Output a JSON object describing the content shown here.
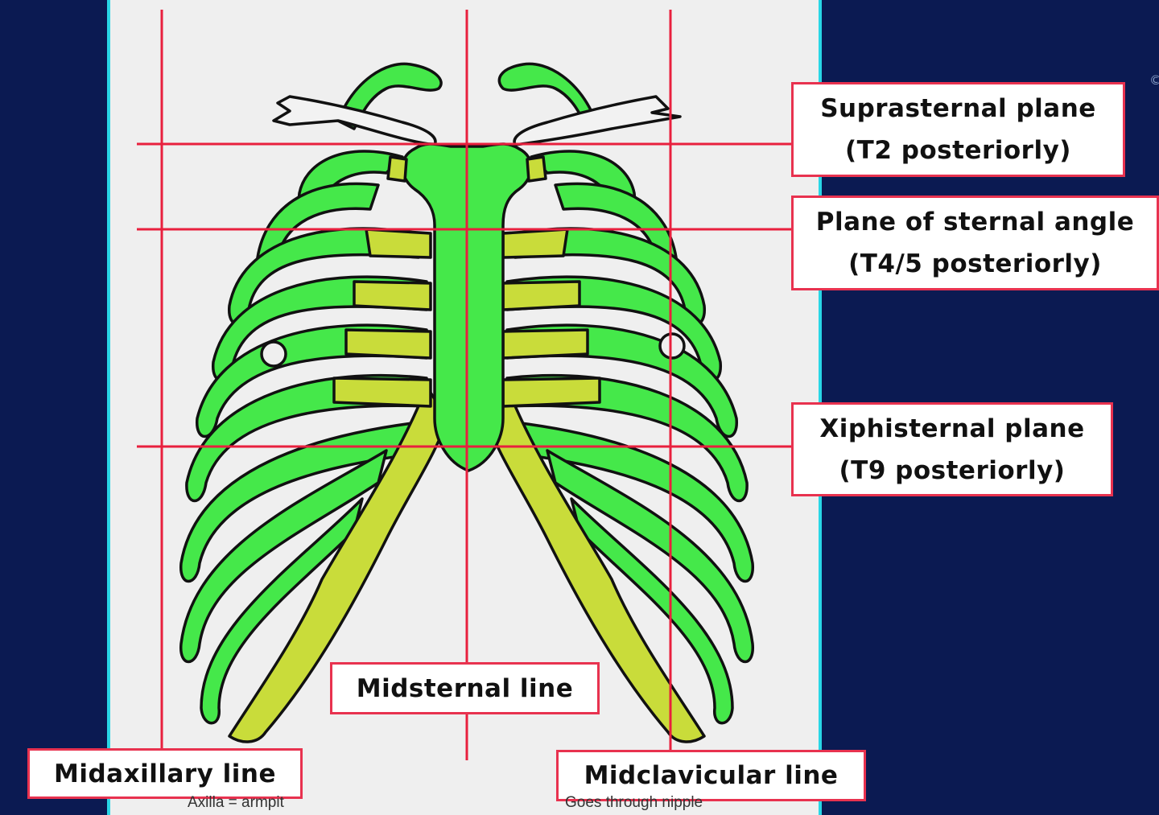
{
  "labels": {
    "suprasternal": {
      "line1": "Suprasternal plane",
      "line2": "(T2 posteriorly)"
    },
    "sternal_angle": {
      "line1": "Plane of sternal angle",
      "line2": "(T4/5 posteriorly)"
    },
    "xiphisternal": {
      "line1": "Xiphisternal plane",
      "line2": "(T9 posteriorly)"
    },
    "midsternal": "Midsternal line",
    "midaxillary": "Midaxillary line",
    "midclavicular": "Midclavicular line"
  },
  "notes": {
    "midaxillary": "Axilla = armpit",
    "midclavicular": "Goes through nipple"
  },
  "corner_mark": "©",
  "colors": {
    "background": "#0b1a52",
    "panel": "#efefef",
    "panel_border": "#29d6e6",
    "bone": "#45e84a",
    "cartilage": "#c9dc3a",
    "clavicle": "#f2f2f2",
    "outline": "#111111",
    "reference_line": "#e8203e",
    "label_border": "#e8324f"
  }
}
